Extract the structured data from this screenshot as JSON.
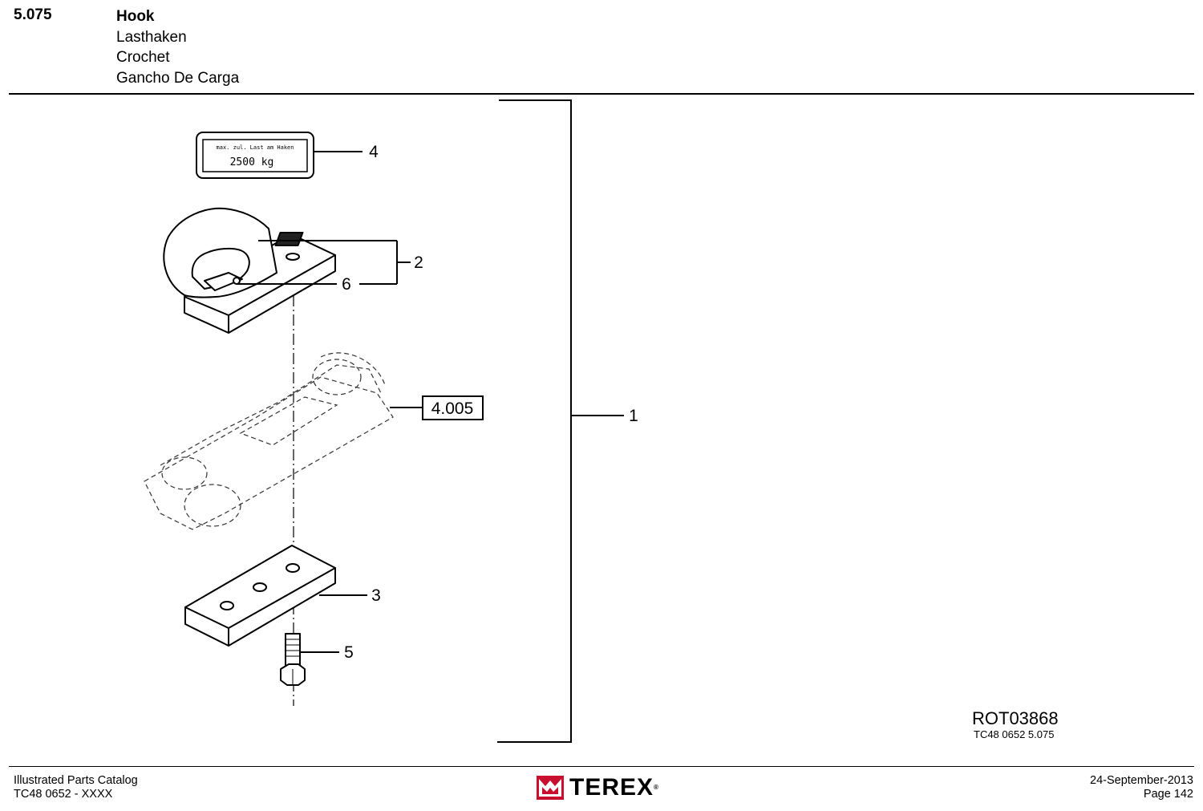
{
  "header": {
    "section_code": "5.075",
    "titles": [
      "Hook",
      "Lasthaken",
      "Crochet",
      "Gancho De Carga"
    ]
  },
  "diagram": {
    "plate_label": {
      "line1": "max. zul. Last am Haken",
      "line2": "2500 kg"
    },
    "callouts": {
      "item_1": "1",
      "item_2": "2",
      "item_3": "3",
      "item_4": "4",
      "item_5": "5",
      "item_6": "6"
    },
    "reference_box": "4.005",
    "drawing_id": "ROT03868",
    "drawing_sub": "TC48 0652 5.075"
  },
  "footer": {
    "catalog_title": "Illustrated Parts Catalog",
    "model_code": "TC48 0652 - XXXX",
    "date": "24-September-2013",
    "page": "Page  142"
  },
  "logo": {
    "wordmark": "TEREX",
    "registered": "®",
    "brand_color": "#c8102e"
  }
}
